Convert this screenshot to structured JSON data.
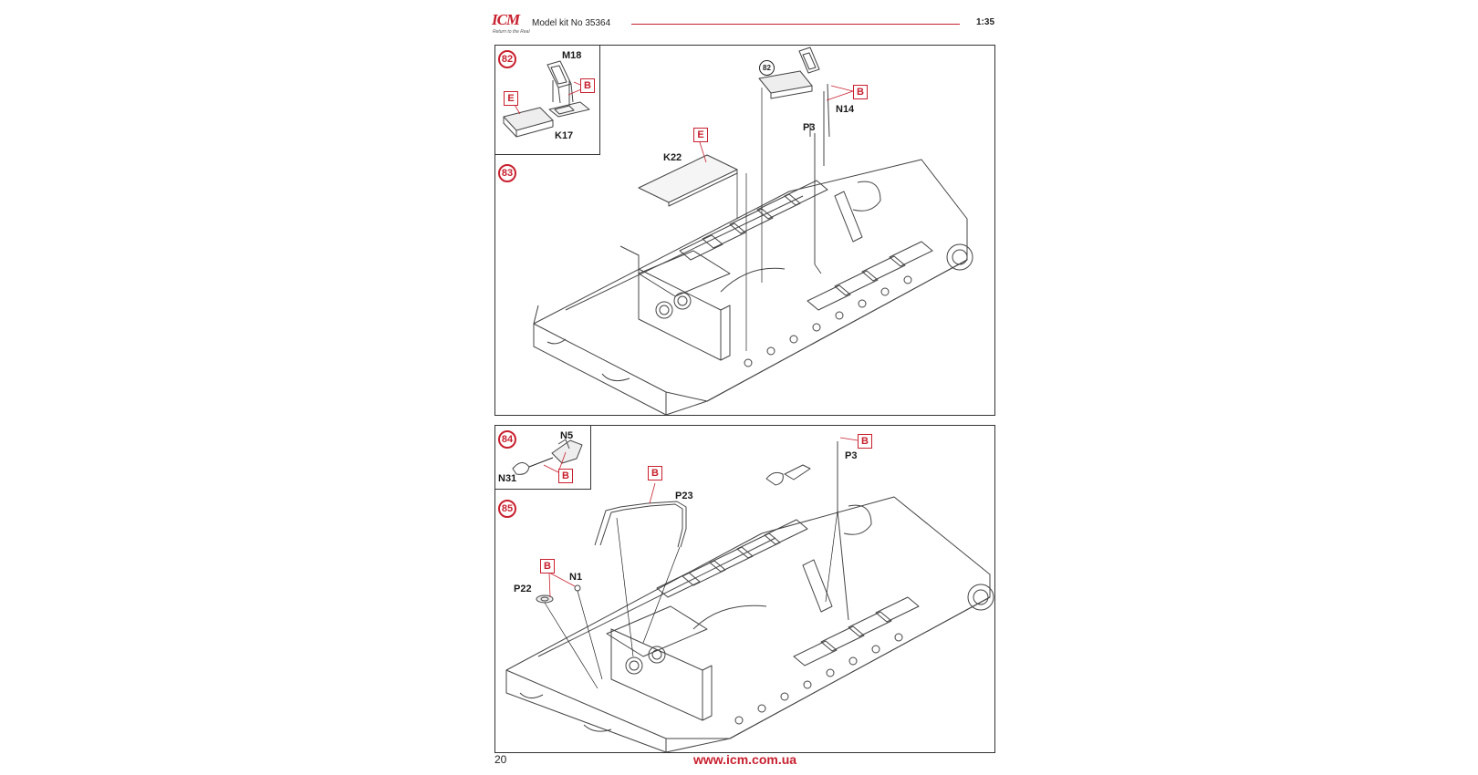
{
  "header": {
    "brand": "ICM",
    "tagline": "Return to the Real",
    "kit_label": "Model kit No 35364",
    "scale": "1:35"
  },
  "brand_color": "#c8202e",
  "steps": {
    "s82": "82",
    "s83": "83",
    "s84": "84",
    "s85": "85",
    "ref82": "82"
  },
  "sprues": {
    "b": "B",
    "e": "E"
  },
  "parts": {
    "m18": "M18",
    "k17": "K17",
    "k22": "K22",
    "n14": "N14",
    "p3": "P3",
    "n5": "N5",
    "n31": "N31",
    "p23": "P23",
    "n1": "N1",
    "p22": "P22"
  },
  "footer": {
    "page_number": "20",
    "website": "www.icm.com.ua"
  }
}
